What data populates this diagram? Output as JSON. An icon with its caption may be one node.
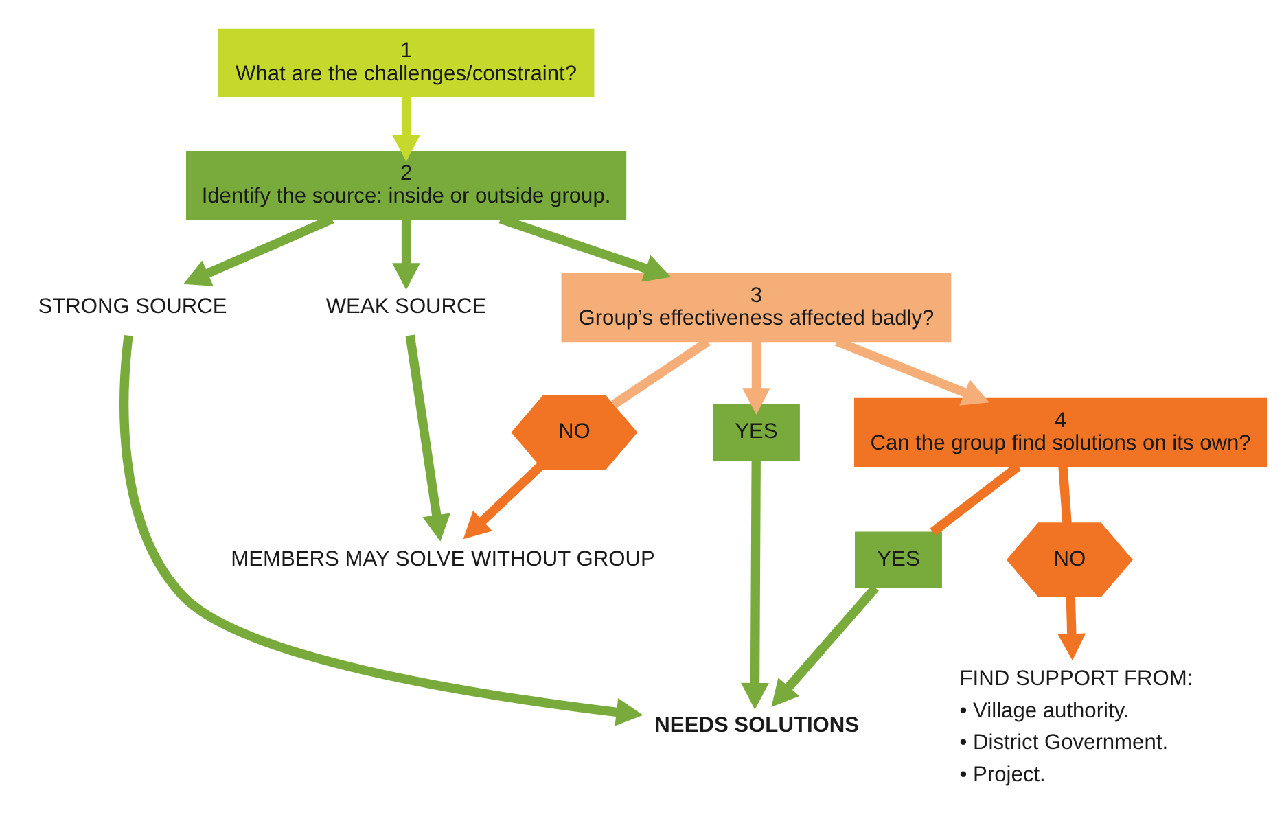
{
  "diagram": {
    "nodes": [
      {
        "text": [
          "1",
          "What are the challenges/constraint?"
        ]
      },
      {
        "text": [
          "2",
          "Identify the source: inside or outside group."
        ]
      },
      {
        "text": [
          "STRONG SOURCE"
        ]
      },
      {
        "text": [
          "WEAK SOURCE"
        ]
      },
      {
        "text": [
          "MEMBERS MAY SOLVE WITHOUT GROUP"
        ]
      },
      {
        "text": [
          "NEEDS SOLUTIONS"
        ]
      },
      {
        "text": [
          "YES"
        ]
      },
      {
        "text": [
          "3",
          "Group’s effectiveness affected badly?"
        ]
      },
      {
        "text": [
          "NO"
        ]
      },
      {
        "text": [
          "4",
          "Can the group find solutions on its own?"
        ]
      },
      {
        "text": [
          "YES"
        ]
      },
      {
        "text": [
          "NO"
        ]
      },
      {
        "text": [
          "FIND SUPPORT FROM:",
          "• Village authority.",
          "• District Government.",
          "• Project."
        ]
      }
    ],
    "edges": [
      {
        "from": 0,
        "to": 1,
        "arrow": "to",
        "color": "#c5d92d"
      },
      {
        "from": 1,
        "to": 2,
        "arrow": "to"
      },
      {
        "from": 1,
        "to": 3,
        "arrow": "to"
      },
      {
        "from": 3,
        "to": 4,
        "arrow": "to"
      },
      {
        "from": 1,
        "to": 7,
        "arrow": "to"
      },
      {
        "from": 2,
        "to": 5,
        "arrow": "to"
      },
      {
        "from": 7,
        "to": 6,
        "arrow": "to",
        "color": "#f5ae78"
      },
      {
        "from": 6,
        "to": 5,
        "arrow": "to"
      },
      {
        "from": 7,
        "to": 8,
        "arrow": "none",
        "color": "#f5ae78"
      },
      {
        "from": 8,
        "to": 4,
        "arrow": "to",
        "color": "#f07424"
      },
      {
        "from": 7,
        "to": 9,
        "arrow": "to",
        "color": "#f5ae78"
      },
      {
        "from": 9,
        "to": 10,
        "arrow": "none",
        "color": "#f07424"
      },
      {
        "from": 10,
        "to": 5,
        "arrow": "to"
      },
      {
        "from": 9,
        "to": 11,
        "arrow": "none",
        "color": "#f07424"
      },
      {
        "from": 11,
        "to": 12,
        "arrow": "to",
        "color": "#f07424"
      }
    ]
  }
}
